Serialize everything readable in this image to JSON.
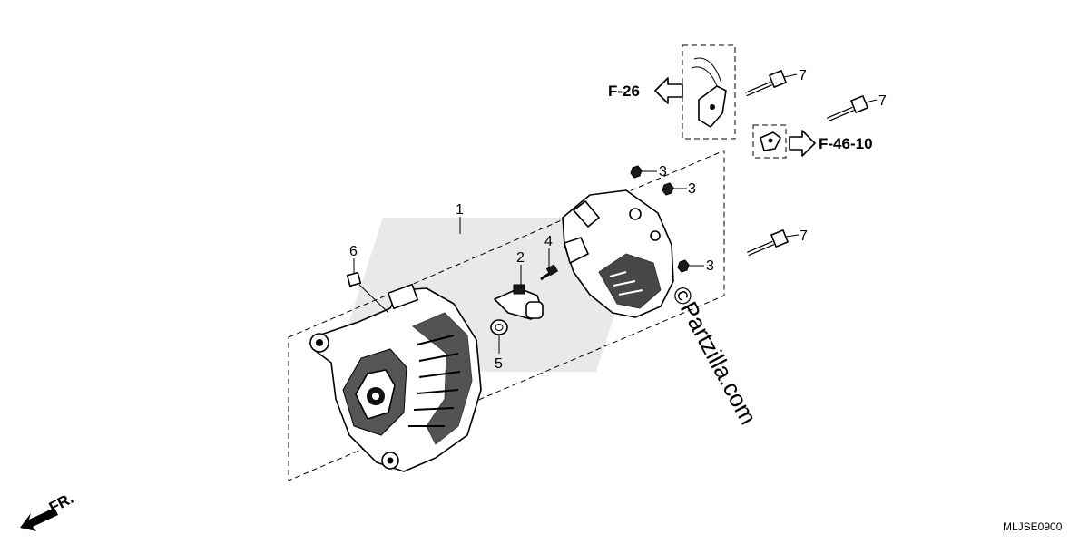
{
  "callouts": {
    "c1": "1",
    "c2": "2",
    "c3a": "3",
    "c3b": "3",
    "c3c": "3",
    "c4": "4",
    "c5": "5",
    "c6": "6",
    "c7a": "7",
    "c7b": "7",
    "c7c": "7"
  },
  "references": {
    "ref_a": "F-26",
    "ref_b": "F-46-10"
  },
  "direction": "FR.",
  "watermark": "©Partzilla.com",
  "diagram_code": "MLJSE0900"
}
